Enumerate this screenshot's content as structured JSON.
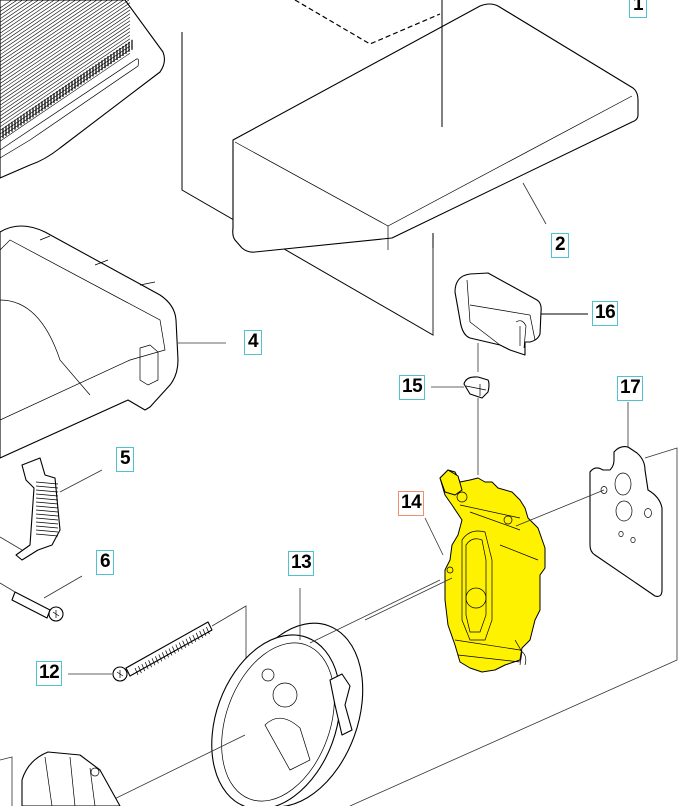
{
  "diagram": {
    "title": "Exploded parts diagram – air filter and carburettor assembly",
    "highlight_color": "#fff200",
    "callout_border_color": "#4ec3cf",
    "callout_highlight_border_color": "#f0906a",
    "callouts": [
      {
        "id": "1",
        "label": "1",
        "part": "air-filter"
      },
      {
        "id": "2",
        "label": "2",
        "part": "filter-cover-pad"
      },
      {
        "id": "4",
        "label": "4",
        "part": "filter-housing"
      },
      {
        "id": "5",
        "label": "5",
        "part": "clip"
      },
      {
        "id": "6",
        "label": "6",
        "part": "screw"
      },
      {
        "id": "12",
        "label": "12",
        "part": "long-bolt"
      },
      {
        "id": "13",
        "label": "13",
        "part": "carburettor-holder"
      },
      {
        "id": "14",
        "label": "14",
        "part": "carburettor",
        "highlighted": true
      },
      {
        "id": "15",
        "label": "15",
        "part": "retainer"
      },
      {
        "id": "16",
        "label": "16",
        "part": "cap"
      },
      {
        "id": "17",
        "label": "17",
        "part": "gasket"
      }
    ]
  }
}
